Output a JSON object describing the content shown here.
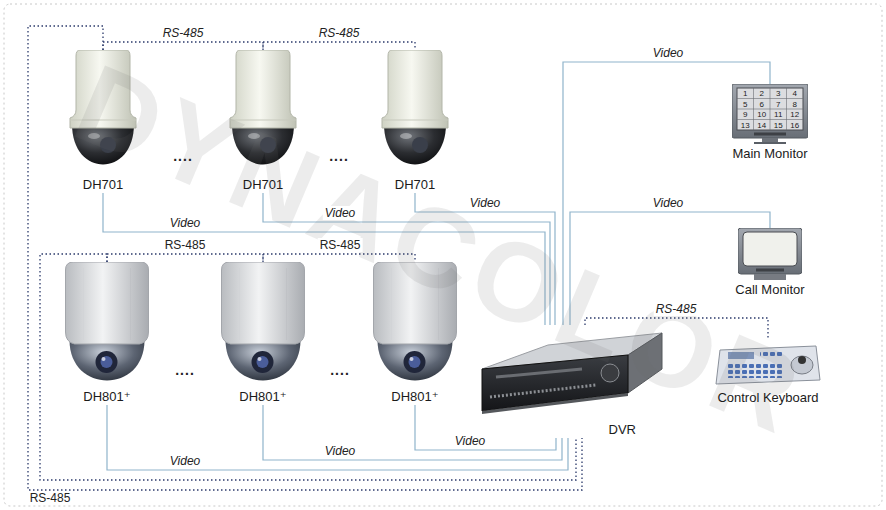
{
  "diagram": {
    "nodes": [
      {
        "text": [
          "DH701"
        ]
      },
      {
        "text": [
          "DH701"
        ]
      },
      {
        "text": [
          "DH701"
        ]
      },
      {
        "text": [
          "Main Monitor"
        ]
      },
      {
        "text": [
          "Call Monitor"
        ]
      },
      {
        "text": [
          "Control Keyboard"
        ]
      },
      {
        "text": [
          "DH801⁺"
        ]
      },
      {
        "text": [
          "DH801⁺"
        ]
      },
      {
        "text": [
          "DH801⁺"
        ]
      },
      {
        "text": [
          "DVR"
        ]
      }
    ],
    "edges": [
      {
        "from": 0,
        "to": 1,
        "label": "RS-485",
        "arrow": "none"
      },
      {
        "from": 1,
        "to": 2,
        "label": "RS-485",
        "arrow": "none"
      },
      {
        "from": 6,
        "to": 7,
        "label": "RS-485",
        "arrow": "none"
      },
      {
        "from": 7,
        "to": 8,
        "label": "RS-485",
        "arrow": "none"
      },
      {
        "from": 0,
        "to": 9,
        "label": "RS-485",
        "arrow": "none"
      },
      {
        "from": 6,
        "to": 9,
        "arrow": "none"
      },
      {
        "from": 0,
        "to": 9,
        "label": "Video",
        "arrow": "none"
      },
      {
        "from": 1,
        "to": 9,
        "label": "Video",
        "arrow": "none"
      },
      {
        "from": 2,
        "to": 9,
        "label": "Video",
        "arrow": "none"
      },
      {
        "from": 6,
        "to": 9,
        "label": "Video",
        "arrow": "none"
      },
      {
        "from": 7,
        "to": 9,
        "label": "Video",
        "arrow": "none"
      },
      {
        "from": 8,
        "to": 9,
        "label": "Video",
        "arrow": "none"
      },
      {
        "from": 9,
        "to": 3,
        "label": "Video",
        "arrow": "none"
      },
      {
        "from": 9,
        "to": 4,
        "label": "Video",
        "arrow": "none"
      },
      {
        "from": 9,
        "to": 5,
        "label": "RS-485",
        "arrow": "none"
      }
    ],
    "labels": [
      "DYNACOLOR",
      "....",
      "....",
      "....",
      "....",
      "1",
      "2",
      "3",
      "4",
      "5",
      "6",
      "7",
      "8",
      "9",
      "10",
      "11",
      "12",
      "13",
      "14",
      "15",
      "16"
    ]
  }
}
